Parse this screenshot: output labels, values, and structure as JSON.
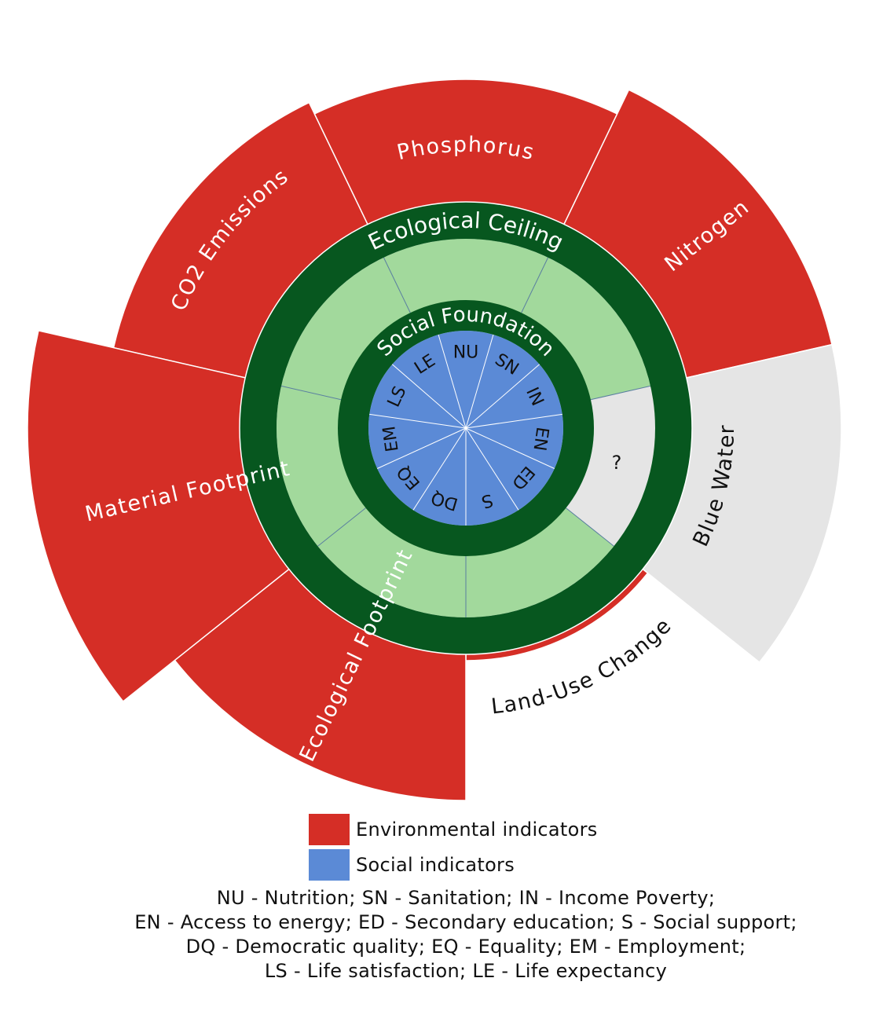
{
  "environmental": [
    {
      "key": "co2",
      "label": "CO2 Emissions",
      "overshoot": 0.86,
      "status": "exceeded"
    },
    {
      "key": "phosphorus",
      "label": "Phosphorus",
      "overshoot": 0.78,
      "status": "exceeded"
    },
    {
      "key": "nitrogen",
      "label": "Nitrogen",
      "overshoot": 0.95,
      "status": "exceeded"
    },
    {
      "key": "blue-water",
      "label": "Blue Water",
      "overshoot": 0.95,
      "status": "unknown",
      "note": "?"
    },
    {
      "key": "land-use",
      "label": "Land-Use Change",
      "overshoot": 0.04,
      "status": "exceeded"
    },
    {
      "key": "ecological-footprint",
      "label": "Ecological Footprint",
      "overshoot": 0.93,
      "status": "exceeded"
    },
    {
      "key": "material-footprint",
      "label": "Material Footprint",
      "overshoot": 1.35,
      "status": "exceeded"
    }
  ],
  "social": [
    "NU",
    "SN",
    "IN",
    "EN",
    "ED",
    "S",
    "DQ",
    "EQ",
    "EM",
    "LS",
    "LE"
  ],
  "rings": {
    "ceiling_label": "Ecological Ceiling",
    "foundation_label": "Social Foundation"
  },
  "colors": {
    "environmental": "#d52e26",
    "social": "#5b8ad6",
    "safe_space": "#a2d99c",
    "ring": "#07571f",
    "unknown": "#e5e5e5"
  },
  "legend": [
    {
      "label": "Environmental indicators",
      "color": "#d52e26"
    },
    {
      "label": "Social indicators",
      "color": "#5b8ad6"
    }
  ],
  "abbreviations": [
    "NU - Nutrition;  SN - Sanitation;  IN - Income Poverty;",
    "EN - Access to energy; ED - Secondary education; S - Social support;",
    "DQ - Democratic quality; EQ - Equality; EM - Employment;",
    "LS - Life satisfaction; LE - Life expectancy"
  ]
}
